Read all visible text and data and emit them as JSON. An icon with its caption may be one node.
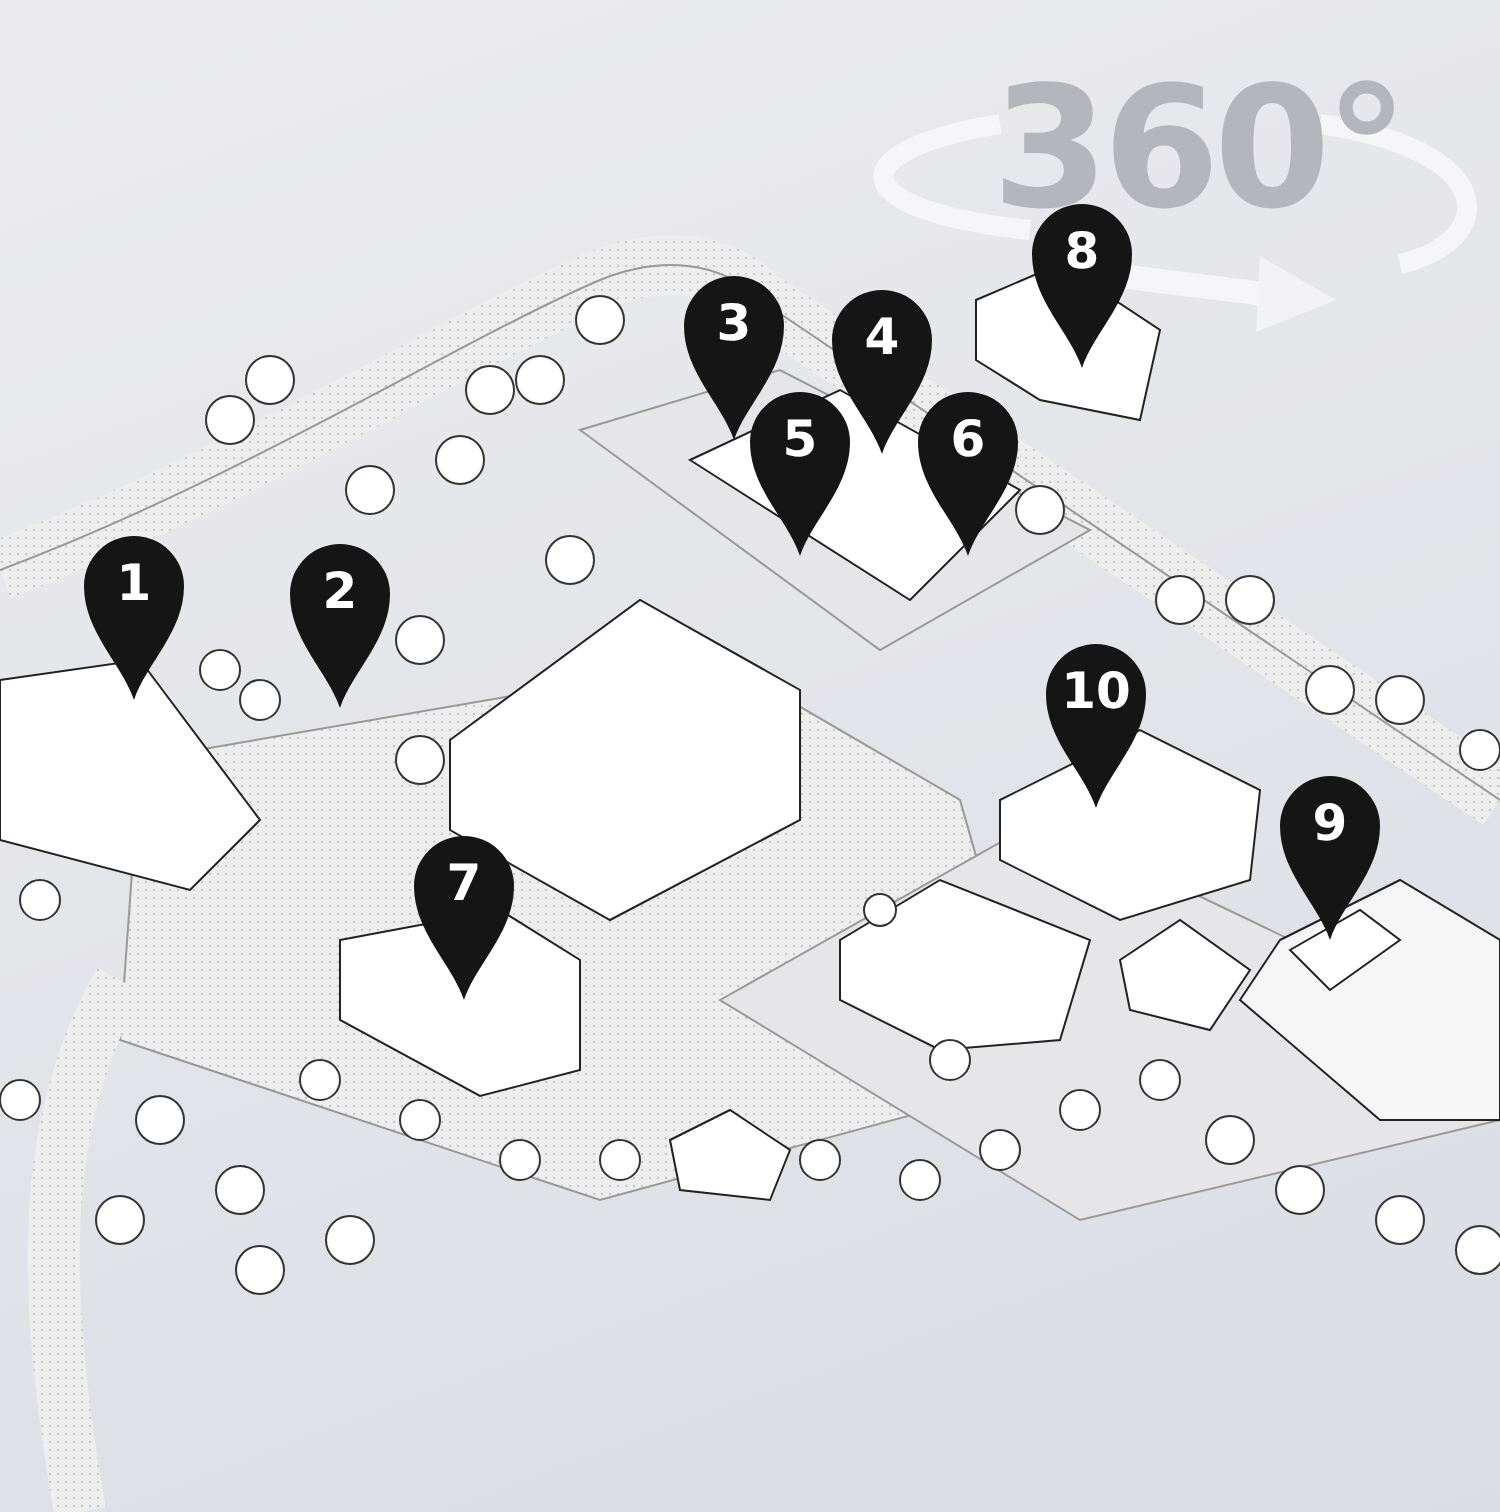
{
  "diagram": {
    "nodes": [
      {
        "text": [
          "1"
        ]
      },
      {
        "text": [
          "2"
        ]
      },
      {
        "text": [
          "3"
        ]
      },
      {
        "text": [
          "4"
        ]
      },
      {
        "text": [
          "5"
        ]
      },
      {
        "text": [
          "6"
        ]
      },
      {
        "text": [
          "7"
        ]
      },
      {
        "text": [
          "8"
        ]
      },
      {
        "text": [
          "9"
        ]
      },
      {
        "text": [
          "10"
        ]
      }
    ],
    "labels": [
      "360°"
    ]
  }
}
